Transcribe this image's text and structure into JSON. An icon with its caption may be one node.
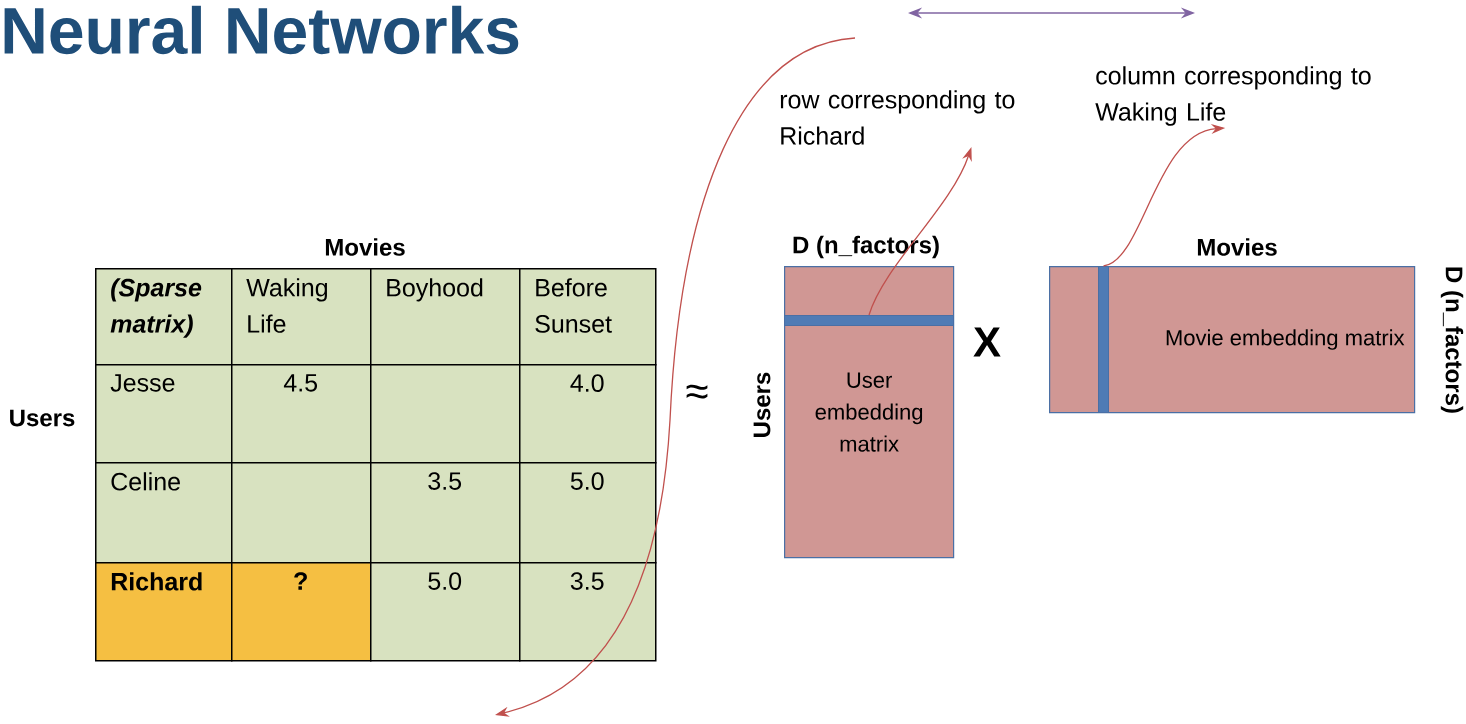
{
  "diagram": {
    "title": "Neural Networks",
    "nodes": [
      {
        "text": [
          "User embedding matrix"
        ],
        "beside": [
          "D (n_factors)",
          "Users"
        ]
      },
      {
        "text": [],
        "shape": "bar",
        "in": 0
      },
      {
        "text": [
          "Movie embedding matrix"
        ],
        "beside": [
          "Movies",
          "D (n_factors)"
        ]
      },
      {
        "text": [],
        "shape": "bar",
        "in": 2
      },
      {
        "text": [
          "row corresponding to Richard"
        ]
      },
      {
        "text": [
          "column corresponding to Waking Life"
        ]
      }
    ],
    "edges": [
      {
        "from": 1,
        "to": 4,
        "arrow": "to"
      },
      {
        "from": 3,
        "to": 5,
        "arrow": "to"
      }
    ],
    "labels": [
      "Movies",
      "Users",
      "(Sparse matrix)",
      "Waking Life",
      "Boyhood",
      "Before Sunset",
      "Jesse",
      "4.5",
      "4.0",
      "Celine",
      "3.5",
      "5.0",
      "Richard",
      "?",
      "5.0",
      "3.5",
      "≈",
      "X"
    ]
  }
}
